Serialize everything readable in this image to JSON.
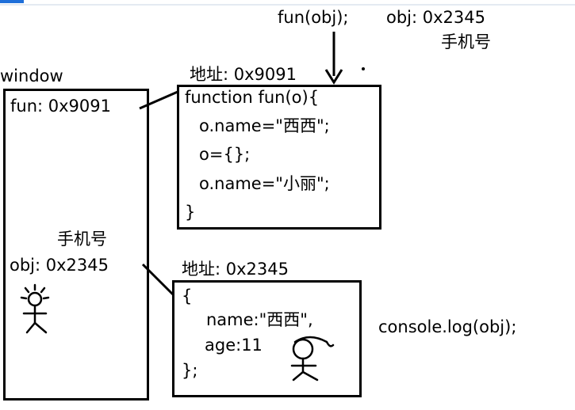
{
  "top": {
    "call": "fun(obj);",
    "obj_addr": "obj: 0x2345",
    "phone_note": "手机号"
  },
  "window": {
    "label": "window",
    "fun_ref": "fun: 0x9091",
    "phone_note": "手机号",
    "obj_ref": "obj: 0x2345"
  },
  "function_box": {
    "address": "地址: 0x9091",
    "lines": [
      "function fun(o){",
      "o.name=\"西西\";",
      "o={};",
      "o.name=\"小丽\";",
      "}"
    ]
  },
  "object_box": {
    "address": "地址: 0x2345",
    "lines": [
      "{",
      "name:\"西西\",",
      "age:11",
      "};"
    ]
  },
  "console": "console.log(obj);",
  "colors": {
    "ink": "#000000",
    "accent": "#1e6fd9",
    "background": "#ffffff"
  }
}
